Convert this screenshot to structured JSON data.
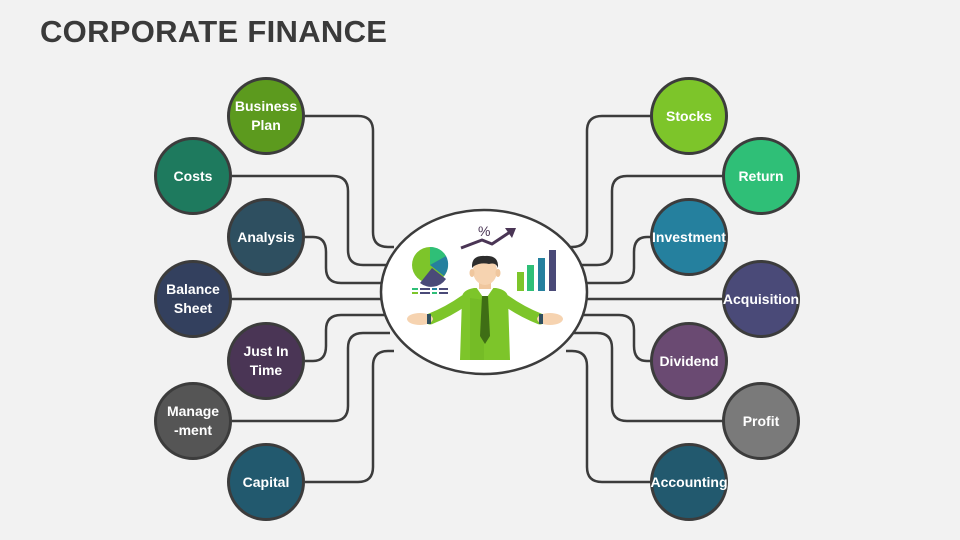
{
  "title": "CORPORATE FINANCE",
  "colors": {
    "background": "#f2f2f2",
    "connector": "#3c3c3c",
    "green_dark": "#5c9a1e",
    "green_mid": "#3f9a5e",
    "teal_dark": "#1e7a5e",
    "slate": "#2e4f60",
    "navy": "#33405e",
    "purple": "#4a3555",
    "gray": "#555555",
    "lime": "#7dc52a",
    "emerald": "#2fbf77",
    "cyan": "#25809e",
    "indigo": "#4a4a78",
    "plum": "#6a4a72",
    "silver": "#7a7a7a",
    "petrol": "#22596e"
  },
  "left_nodes": [
    {
      "label": "Business\nPlan",
      "color": "#5c9a1e"
    },
    {
      "label": "Costs",
      "color": "#1e7a5e"
    },
    {
      "label": "Analysis",
      "color": "#2e4f60"
    },
    {
      "label": "Balance\nSheet",
      "color": "#33405e"
    },
    {
      "label": "Just In\nTime",
      "color": "#4a3555"
    },
    {
      "label": "Manage\n-ment",
      "color": "#555555"
    },
    {
      "label": "Capital",
      "color": "#22596e"
    }
  ],
  "right_nodes": [
    {
      "label": "Stocks",
      "color": "#7dc52a"
    },
    {
      "label": "Return",
      "color": "#2fbf77"
    },
    {
      "label": "Investment",
      "color": "#25809e"
    },
    {
      "label": "Acquisition",
      "color": "#4a4a78"
    },
    {
      "label": "Dividend",
      "color": "#6a4a72"
    },
    {
      "label": "Profit",
      "color": "#7a7a7a"
    },
    {
      "label": "Accounting",
      "color": "#22596e"
    }
  ],
  "center": {
    "percent_label": "%"
  }
}
